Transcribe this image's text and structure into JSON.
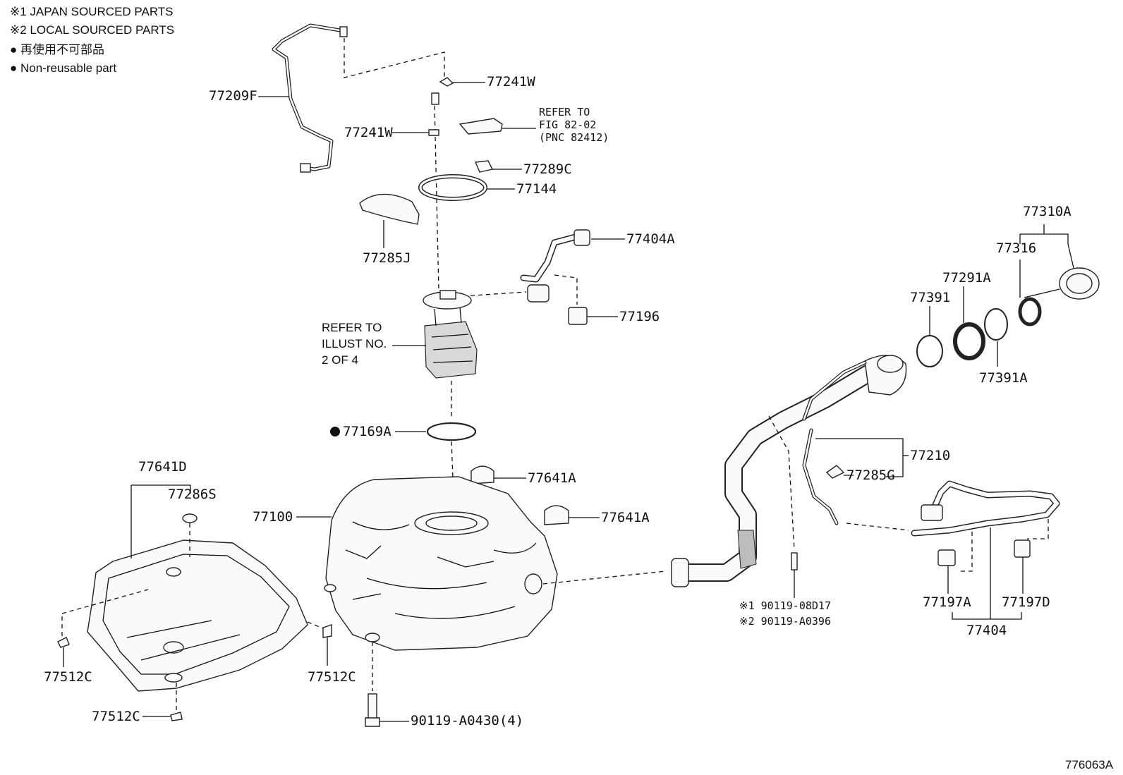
{
  "legend": {
    "japan": "※1 JAPAN SOURCED PARTS",
    "local": "※2 LOCAL SOURCED PARTS",
    "nonreuse_jp": "● 再使用不可部品",
    "nonreuse_en": "● Non-reusable part"
  },
  "labels": {
    "p77209F": "77209F",
    "p77241W_a": "77241W",
    "p77241W_b": "77241W",
    "refer_fig_1": "REFER TO",
    "refer_fig_2": "FIG 82-02",
    "refer_fig_3": "(PNC 82412)",
    "p77289C": "77289C",
    "p77144": "77144",
    "p77285J": "77285J",
    "p77404A": "77404A",
    "p77196": "77196",
    "refer_illust_1": "REFER TO",
    "refer_illust_2": "ILLUST NO.",
    "refer_illust_3": "2 OF 4",
    "p77169A": "77169A",
    "p77641A_a": "77641A",
    "p77641A_b": "77641A",
    "p77641D": "77641D",
    "p77286S": "77286S",
    "p77100": "77100",
    "p77512C_a": "77512C",
    "p77512C_b": "77512C",
    "p77512C_c": "77512C",
    "p90119A0430": "90119-A0430(4)",
    "p77310A": "77310A",
    "p77316": "77316",
    "p77291A": "77291A",
    "p77391": "77391",
    "p77391A": "77391A",
    "p77210": "77210",
    "p77285G": "77285G",
    "p9011908D17": "※1 90119-08D17",
    "p90119A0396": "※2 90119-A0396",
    "p77197A": "77197A",
    "p77197D": "77197D",
    "p77404": "77404",
    "figure_id": "776063A"
  }
}
